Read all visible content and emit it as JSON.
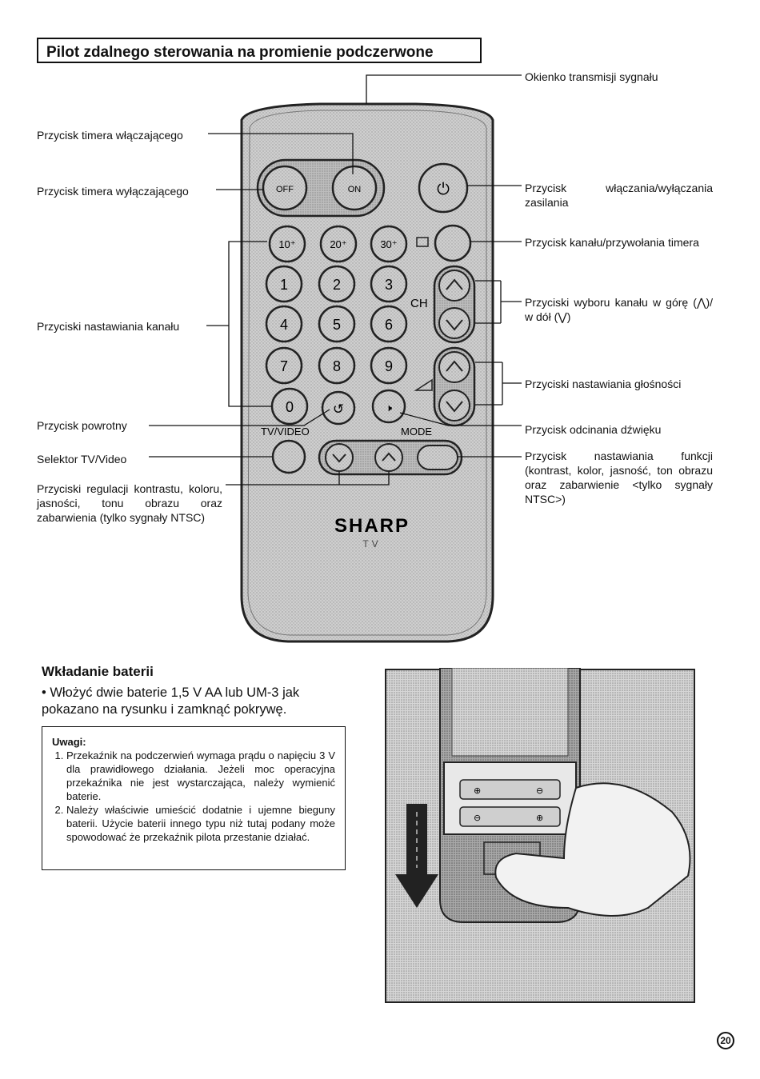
{
  "title": "Pilot zdalnego sterowania na promienie podczerwone",
  "labels": {
    "signal_window": "Okienko transmisji sygnału",
    "on_timer": "Przycisk timera włączającego",
    "off_timer": "Przycisk timera wyłączającego",
    "power": "Przycisk włączania/wyłączania zasilania",
    "channel_timer": "Przycisk kanału/przywołania timera",
    "channel_updown": "Przyciski wyboru kanału w górę (⋀)/ w dół (⋁)",
    "channel_set": "Przyciski nastawiania kanału",
    "volume": "Przyciski nastawiania głośności",
    "return": "Przycisk powrotny",
    "mute": "Przycisk odcinania dźwięku",
    "tv_video": "Selektor TV/Video",
    "function": "Przycisk nastawiania funkcji (kontrast, kolor, jasność, ton obrazu oraz zabarwienie <tylko sygnały NTSC>)",
    "contrast": "Przyciski regulacji kontrastu, koloru, jasności, tonu obrazu oraz zabarwienia (tylko sygnały NTSC)"
  },
  "remote": {
    "off_label": "OFF",
    "on_label": "ON",
    "ten_keys": [
      "10⁺",
      "20⁺",
      "30⁺"
    ],
    "digits": [
      "1",
      "2",
      "3",
      "4",
      "5",
      "6",
      "7",
      "8",
      "9"
    ],
    "zero": "0",
    "ch_label": "CH",
    "tvvideo_label": "TV/VIDEO",
    "mode_label": "MODE",
    "brand": "SHARP",
    "brand_sub": "TV"
  },
  "battery": {
    "heading": "Wkładanie baterii",
    "text": "• Włożyć dwie baterie 1,5 V AA lub UM-3 jak pokazano na rysunku i zamknąć pokrywę."
  },
  "notes": {
    "title": "Uwagi:",
    "items": [
      "Przekaźnik na podczerwień wymaga prądu o napięciu 3 V dla prawidłowego działania. Jeżeli moc operacyjna przekaźnika nie jest wystarczająca, należy wymienić baterie.",
      "Należy właściwie umieścić dodatnie i ujemne bieguny baterii. Użycie baterii innego typu niż tutaj podany może spowodować że przekaźnik pilota przestanie działać."
    ]
  },
  "page_number": "20"
}
